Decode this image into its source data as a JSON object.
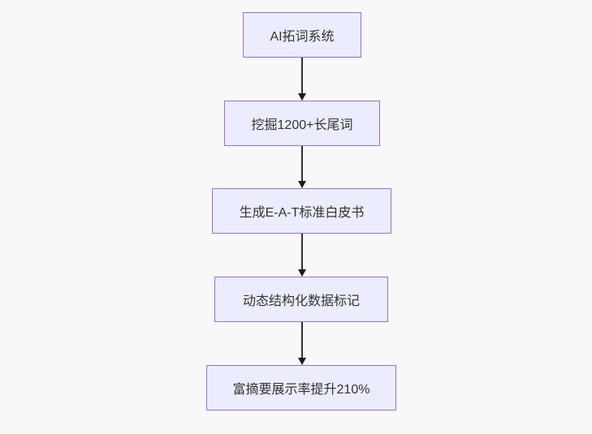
{
  "diagram": {
    "type": "flowchart",
    "direction": "top-down",
    "nodes": [
      {
        "id": "n1",
        "label": "AI拓词系统"
      },
      {
        "id": "n2",
        "label": "挖掘1200+长尾词"
      },
      {
        "id": "n3",
        "label": "生成E-A-T标准白皮书"
      },
      {
        "id": "n4",
        "label": "动态结构化数据标记"
      },
      {
        "id": "n5",
        "label": "富摘要展示率提升210%"
      }
    ],
    "edges": [
      {
        "from": "n1",
        "to": "n2"
      },
      {
        "from": "n2",
        "to": "n3"
      },
      {
        "from": "n3",
        "to": "n4"
      },
      {
        "from": "n4",
        "to": "n5"
      }
    ],
    "colors": {
      "node_fill": "#ECECFF",
      "node_border": "#9370DB",
      "node_text": "#333333",
      "arrow_line": "#333333",
      "arrow_head": "#1a1a1a",
      "background": "#f8f8f8"
    }
  }
}
